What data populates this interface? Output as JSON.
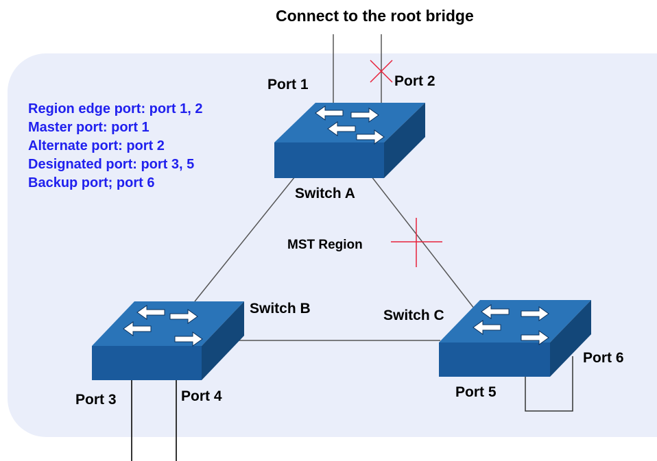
{
  "diagram": {
    "title": "Connect to the root bridge",
    "region_label": "MST Region",
    "legend": [
      "Region edge port: port 1, 2",
      "Master port: port 1",
      "Alternate port: port 2",
      "Designated port: port 3, 5",
      "Backup port; port 6"
    ],
    "switches": {
      "a": "Switch A",
      "b": "Switch B",
      "c": "Switch C"
    },
    "ports": {
      "p1": "Port 1",
      "p2": "Port 2",
      "p3": "Port 3",
      "p4": "Port 4",
      "p5": "Port 5",
      "p6": "Port 6"
    },
    "colors": {
      "legend_text": "#2020ee",
      "region_fill": "#eaeefa",
      "switch_top": "#2a74b8",
      "switch_front": "#1a5a9c",
      "switch_side": "#134779",
      "blocked_mark": "#e8213a",
      "link_line": "#555555"
    },
    "icons": [
      "switch-icon",
      "blocked-link-icon"
    ]
  }
}
